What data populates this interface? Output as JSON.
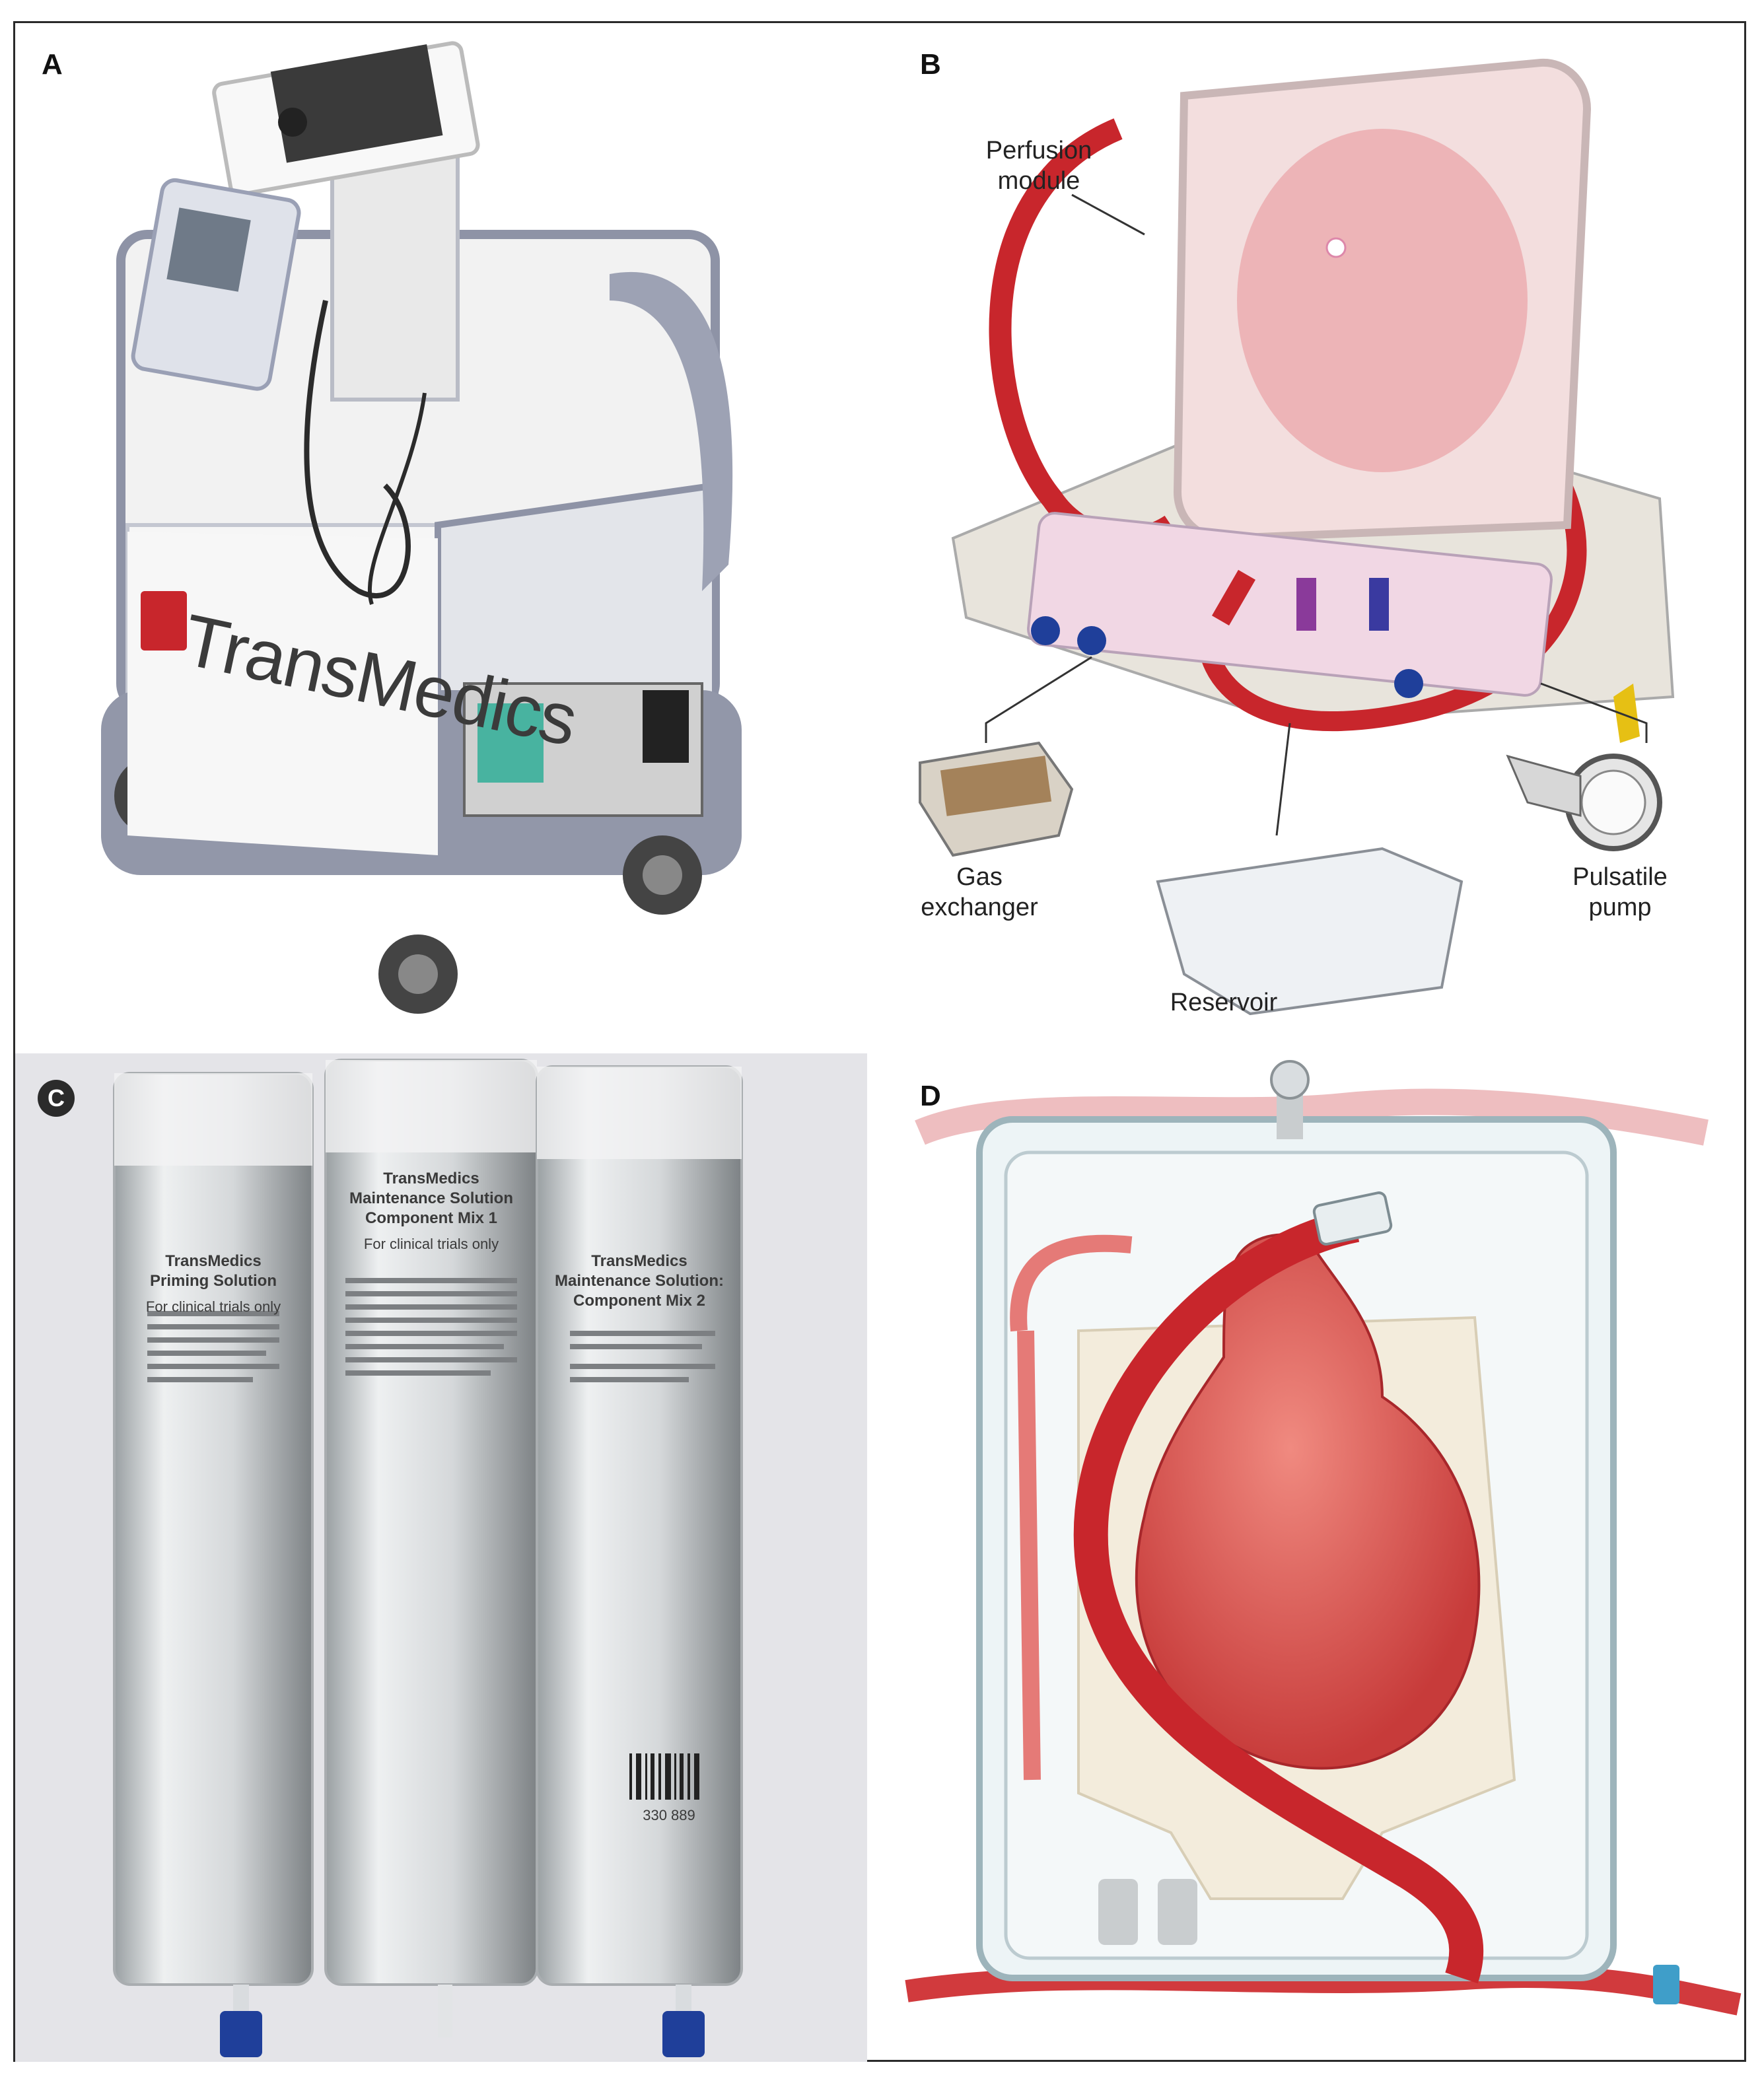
{
  "panels": {
    "a": {
      "label": "A",
      "brand_text": "TransMedics"
    },
    "b": {
      "label": "B",
      "callouts": {
        "perfusion_module": "Perfusion\nmodule",
        "gas_exchanger": "Gas\nexchanger",
        "reservoir": "Reservoir",
        "pulsatile_pump": "Pulsatile\npump"
      }
    },
    "c": {
      "label": "C",
      "bags": [
        {
          "title": "TransMedics\nPriming Solution",
          "subtitle": "For clinical trials only"
        },
        {
          "title": "TransMedics\nMaintenance Solution\nComponent Mix 1",
          "subtitle": "For clinical trials only"
        },
        {
          "title": "TransMedics\nMaintenance Solution:\nComponent Mix 2",
          "subtitle": ""
        }
      ],
      "barcode_number": "330 889"
    },
    "d": {
      "label": "D"
    }
  },
  "colors": {
    "tube_red": "#c8262c",
    "cart_grey": "#8e93a6",
    "cart_white": "#f2f2f2",
    "connector_blue": "#1f3f9a",
    "heart": "#d9534f"
  }
}
